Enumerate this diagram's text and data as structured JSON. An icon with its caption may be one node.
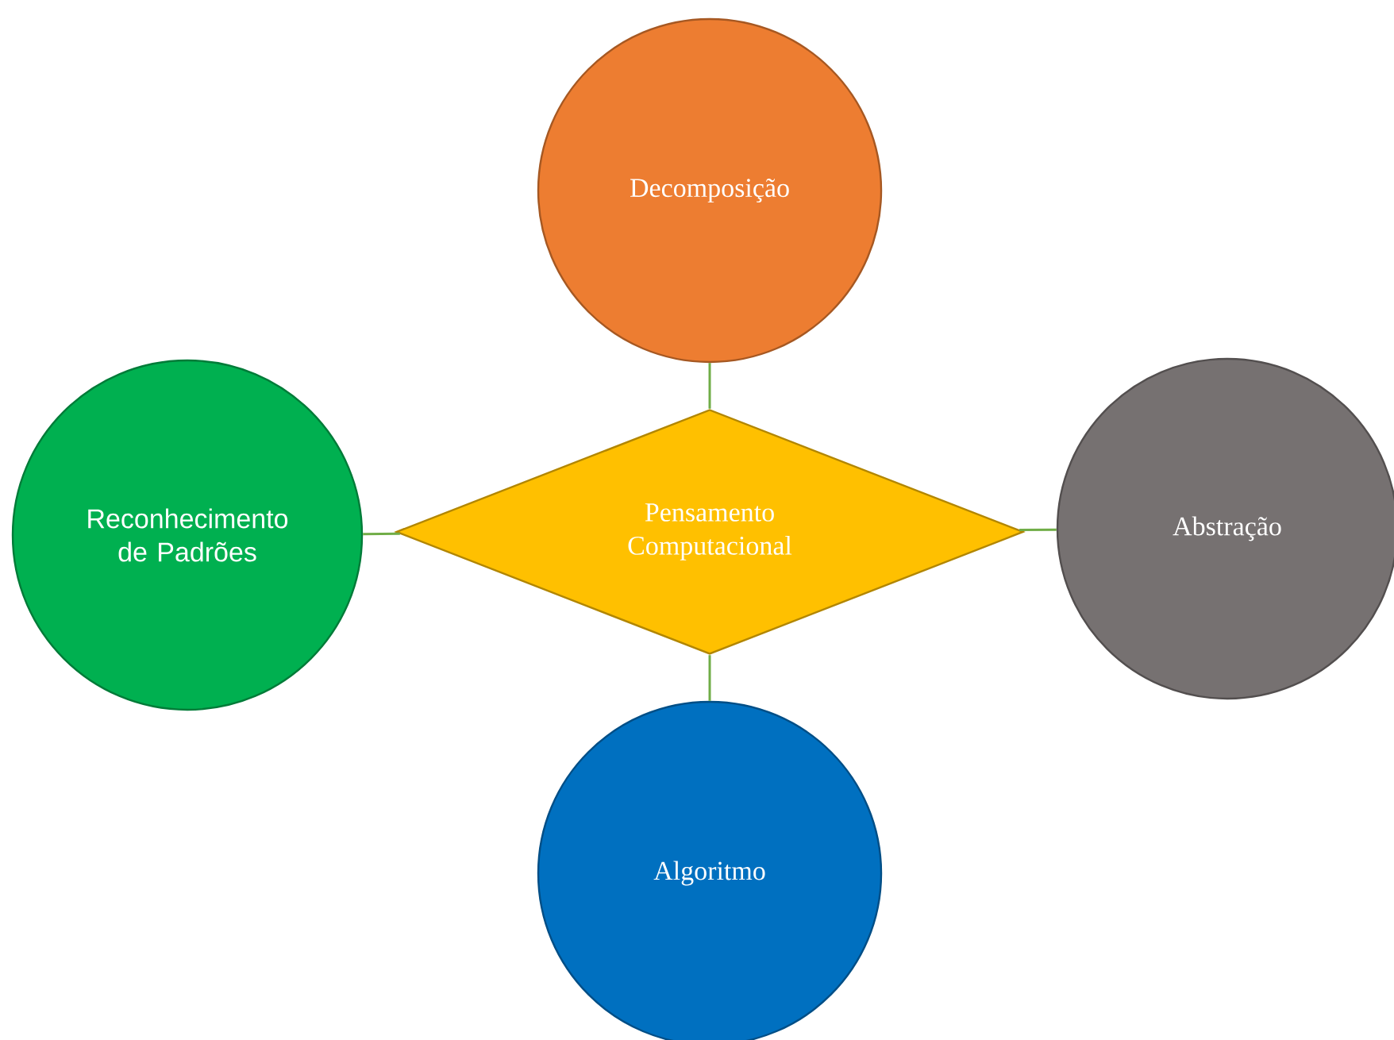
{
  "diagram": {
    "nodes": [
      {
        "text": [
          "Decomposição"
        ]
      },
      {
        "text": [
          "Reconhecimento de Padrões"
        ]
      },
      {
        "text": [
          "Pensamento Computacional"
        ]
      },
      {
        "text": [
          "Abstração"
        ]
      },
      {
        "text": [
          "Algoritmo"
        ]
      }
    ],
    "edges": [
      {
        "from": 2,
        "to": 0,
        "arrow": "none"
      },
      {
        "from": 2,
        "to": 1,
        "arrow": "none"
      },
      {
        "from": 2,
        "to": 3,
        "arrow": "none"
      },
      {
        "from": 2,
        "to": 4,
        "arrow": "none"
      }
    ]
  }
}
